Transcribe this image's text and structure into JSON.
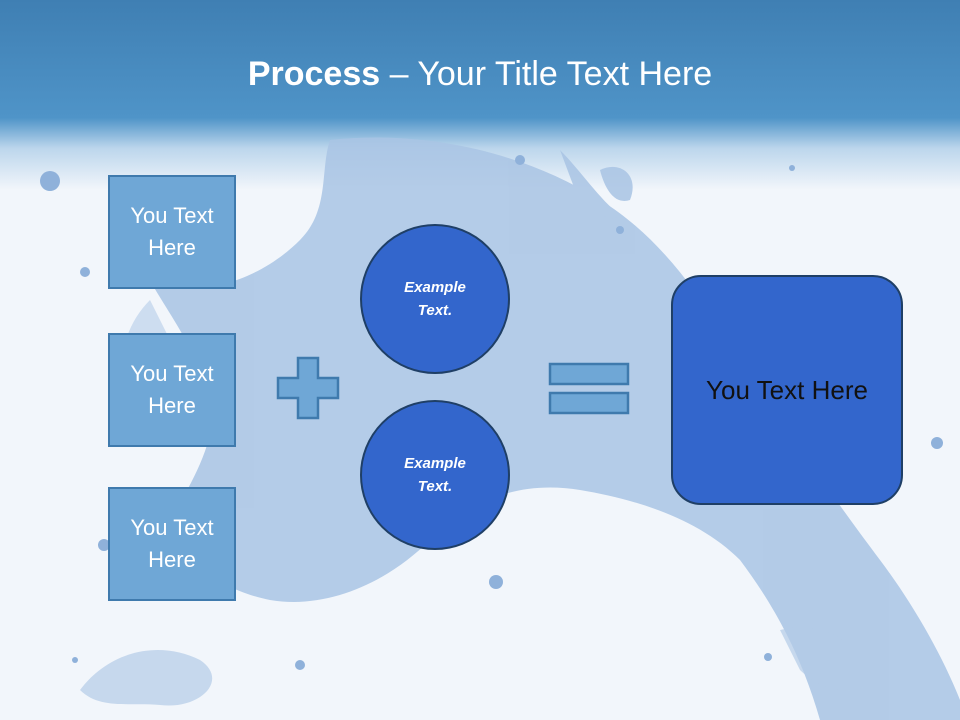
{
  "slide": {
    "title_bold": "Process",
    "title_rest": " – Your Title Text Here"
  },
  "boxes": [
    {
      "label": "You Text Here"
    },
    {
      "label": "You Text Here"
    },
    {
      "label": "You Text Here"
    }
  ],
  "circles": [
    {
      "label": "Example Text."
    },
    {
      "label": "Example Text."
    }
  ],
  "result": {
    "label": "You Text Here"
  },
  "icons": {
    "plus": "plus-sign-icon",
    "equals": "equals-sign-icon"
  },
  "colors": {
    "header": "#4f94c8",
    "box_fill": "#6fa7d6",
    "circle_fill": "#3366cc",
    "result_fill": "#3366cc",
    "background": "#f2f6fb"
  }
}
